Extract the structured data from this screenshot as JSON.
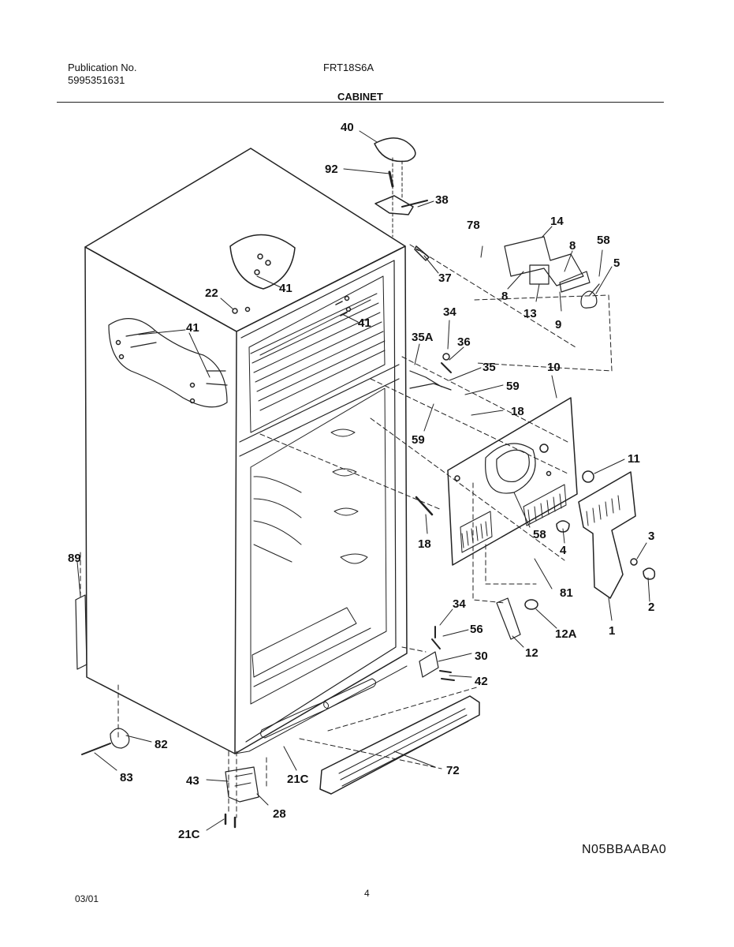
{
  "header": {
    "publication_label": "Publication No.",
    "publication_number": "5995351631",
    "model": "FRT18S6A",
    "section": "CABINET"
  },
  "callouts": [
    "40",
    "92",
    "38",
    "78",
    "14",
    "8",
    "58",
    "5",
    "37",
    "41",
    "22",
    "41",
    "41",
    "8",
    "13",
    "9",
    "34",
    "35A",
    "36",
    "35",
    "10",
    "59",
    "18",
    "59",
    "11",
    "3",
    "18",
    "58",
    "4",
    "2",
    "89",
    "81",
    "1",
    "34",
    "56",
    "12A",
    "12",
    "30",
    "42",
    "82",
    "21C",
    "72",
    "83",
    "43",
    "28",
    "21C"
  ],
  "footer": {
    "diagram_code": "N05BBAABA0",
    "date": "03/01",
    "page": "4"
  }
}
